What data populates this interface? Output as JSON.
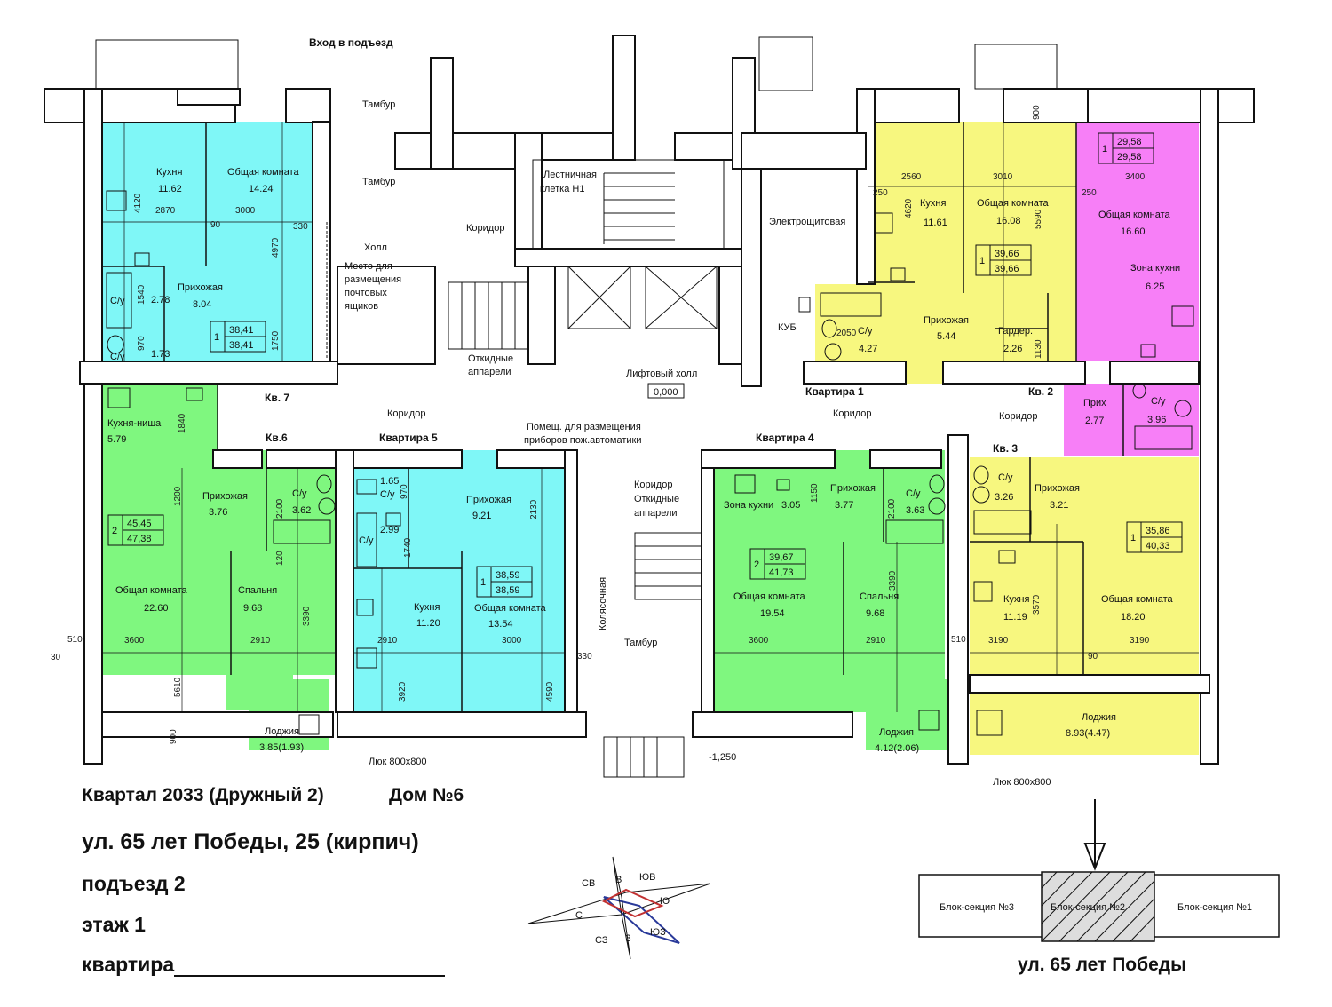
{
  "header": {
    "entrance": "Вход в подъезд"
  },
  "footer": {
    "line1a": "Квартал 2033 (Дружный 2)",
    "line1b": "Дом №6",
    "line2": "ул. 65 лет Победы, 25 (кирпич)",
    "line3": "подъезд 2",
    "line4": "этаж 1",
    "line5": "квартира",
    "street": "ул. 65 лет Победы"
  },
  "keyplan": {
    "s3": "Блок-секция №3",
    "s2": "Блок-секция №2",
    "s1": "Блок-секция №1"
  },
  "compass": {
    "sv": "СВ",
    "v": "В",
    "yuv": "ЮВ",
    "yu": "Ю",
    "s": "С",
    "sz": "СЗ",
    "z": "З",
    "yuz": "ЮЗ"
  },
  "colors": {
    "cyan": "#7ff7f7",
    "yellow": "#f7f77f",
    "magenta": "#f77ff7",
    "green": "#7ff77f"
  },
  "labels": {
    "tambur": "Тамбур",
    "holl": "Холл",
    "mail1": "Место для",
    "mail2": "размещения",
    "mail3": "почтовых",
    "mail4": "ящиков",
    "koridor": "Коридор",
    "stair1": "Лестничная",
    "stair2": "клетка Н1",
    "elec": "Электрощитовая",
    "kub": "КУБ",
    "lift": "Лифтовый холл",
    "level0": "0,000",
    "ramp1": "Откидные",
    "ramp2": "аппарели",
    "pozh1": "Помещ. для размещения",
    "pozh2": "приборов пож.автоматики",
    "kolyas": "Колясочная",
    "luk": "Люк 800х800",
    "minus": "-1,250",
    "kv7": "Кв. 7",
    "kv6": "Кв.6",
    "kv5": "Квартира 5",
    "kv4": "Квартира 4",
    "kv1": "Квартира 1",
    "kv2": "Кв. 2",
    "kv3": "Кв. 3"
  },
  "apt7": {
    "kitchen": "Кухня",
    "kitchen_a": "11.62",
    "room": "Общая комната",
    "room_a": "14.24",
    "hall": "Прихожая",
    "hall_a": "8.04",
    "bath": "С/у",
    "bath_a": "2.78",
    "wc": "С/у",
    "wc_a": "1.73",
    "rooms": "1",
    "total1": "38,41",
    "total2": "38,41",
    "d1": "4120",
    "d2": "2870",
    "d3": "3000",
    "d4": "4970",
    "d5": "330",
    "d6": "1540",
    "d7": "970",
    "d8": "1750",
    "d9": "90"
  },
  "apt6": {
    "kitchen": "Кухня-ниша",
    "kitchen_a": "5.79",
    "hall": "Прихожая",
    "hall_a": "3.76",
    "bath": "С/у",
    "bath_a": "3.62",
    "room": "Общая комната",
    "room_a": "22.60",
    "bed": "Спальня",
    "bed_a": "9.68",
    "loggia": "Лоджия",
    "loggia_a": "3.85(1.93)",
    "rooms": "2",
    "total1": "45,45",
    "total2": "47,38",
    "d1": "1840",
    "d2": "1200",
    "d3": "2100",
    "d4": "3600",
    "d5": "2910",
    "d6": "3390",
    "d7": "5610",
    "d8": "120",
    "d9": "900",
    "d10": "510",
    "d11": "30"
  },
  "apt5": {
    "hall": "Прихожая",
    "hall_a": "9.21",
    "bath1": "С/у",
    "bath1_a": "1.65",
    "bath2": "С/у",
    "bath2_a": "2.99",
    "kitchen": "Кухня",
    "kitchen_a": "11.20",
    "room": "Общая комната",
    "room_a": "13.54",
    "rooms": "1",
    "total1": "38,59",
    "total2": "38,59",
    "d1": "2130",
    "d2": "1740",
    "d3": "2910",
    "d4": "3000",
    "d5": "3920",
    "d6": "4590",
    "d7": "330",
    "d8": "970"
  },
  "apt4": {
    "kitchen": "Зона кухни",
    "kitchen_a": "3.05",
    "hall": "Прихожая",
    "hall_a": "3.77",
    "bath": "С/у",
    "bath_a": "3.63",
    "room": "Общая комната",
    "room_a": "19.54",
    "bed": "Спальня",
    "bed_a": "9.68",
    "loggia": "Лоджия",
    "loggia_a": "4.12(2.06)",
    "rooms": "2",
    "total1": "39,67",
    "total2": "41,73",
    "d1": "1150",
    "d2": "2100",
    "d3": "3390",
    "d4": "3600",
    "d5": "2910",
    "d6": "510"
  },
  "apt1": {
    "kitchen": "Кухня",
    "kitchen_a": "11.61",
    "room": "Общая комната",
    "room_a": "16.08",
    "hall": "Прихожая",
    "hall_a": "5.44",
    "bath": "С/у",
    "bath_a": "4.27",
    "gard": "Гардер.",
    "gard_a": "2.26",
    "rooms": "1",
    "total1": "39,66",
    "total2": "39,66",
    "d1": "2560",
    "d2": "3010",
    "d3": "4620",
    "d4": "5590",
    "d5": "250",
    "d6": "2050",
    "d7": "1130",
    "d8": "900"
  },
  "apt2": {
    "room": "Общая комната",
    "room_a": "16.60",
    "kitchen": "Зона кухни",
    "kitchen_a": "6.25",
    "hall": "Прих",
    "hall_a": "2.77",
    "bath": "С/у",
    "bath_a": "3.96",
    "rooms": "1",
    "total1": "29,58",
    "total2": "29,58",
    "d1": "3400",
    "d2": "250"
  },
  "apt3": {
    "bath": "С/у",
    "bath_a": "3.26",
    "hall": "Прихожая",
    "hall_a": "3.21",
    "kitchen": "Кухня",
    "kitchen_a": "11.19",
    "room": "Общая комната",
    "room_a": "18.20",
    "loggia": "Лоджия",
    "loggia_a": "8.93(4.47)",
    "rooms": "1",
    "total1": "35,86",
    "total2": "40,33",
    "d1": "3570",
    "d2": "3190",
    "d3": "3190",
    "d4": "90"
  }
}
